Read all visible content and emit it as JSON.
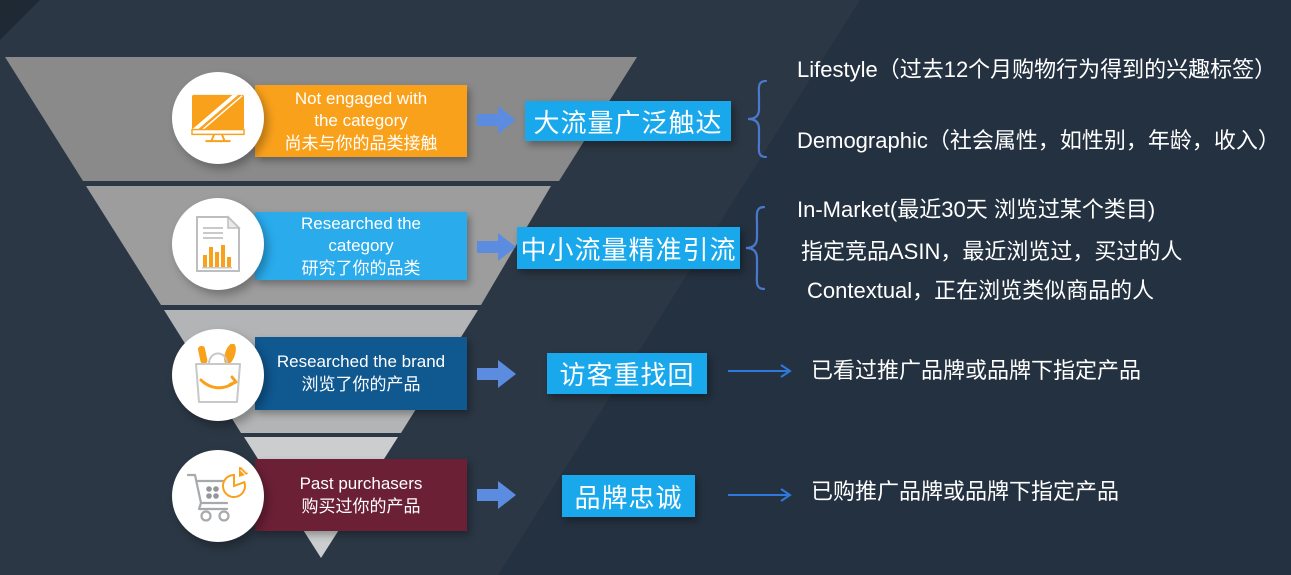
{
  "slide": {
    "stages": [
      {
        "icon": "monitor-icon",
        "en_line1": "Not engaged with",
        "en_line2": "the category",
        "zh_line": "尚未与你的品类接触",
        "tactic": "大流量广泛触达",
        "box_color": "#F9A11B"
      },
      {
        "icon": "document-chart-icon",
        "en_line1": "Researched the",
        "en_line2": "category",
        "zh_line": "研究了你的品类",
        "tactic": "中小流量精准引流",
        "box_color": "#29ABEC"
      },
      {
        "icon": "shopping-bag-icon",
        "en_line1": "Researched the brand",
        "zh_line": "浏览了你的产品",
        "tactic": "访客重找回",
        "box_color": "#0F5890"
      },
      {
        "icon": "cart-pie-icon",
        "en_line1": "Past purchasers",
        "zh_line": "购买过你的产品",
        "tactic": "品牌忠诚",
        "box_color": "#6C2035"
      }
    ],
    "annotations": {
      "group1": [
        "Lifestyle（过去12个月购物行为得到的兴趣标签）",
        "Demographic（社会属性，如性别，年龄，收入）"
      ],
      "group2": [
        "In-Market(最近30天 浏览过某个类目)",
        "指定竞品ASIN，最近浏览过，买过的人",
        "Contextual，正在浏览类似商品的人"
      ],
      "group3": "已看过推广品牌或品牌下指定产品",
      "group4": "已购推广品牌或品牌下指定产品"
    },
    "colors": {
      "background": "#2B3744",
      "background_dark": "#243140",
      "funnel_bands": [
        "#8A8A8A",
        "#9D9D9E",
        "#B3B4B5",
        "#CBCDCE"
      ],
      "stage_boxes": [
        "#F9A11B",
        "#29ABEC",
        "#0F5890",
        "#6C2035"
      ],
      "tactic_box": "#19A8EC",
      "block_arrow": "#5C8CE0",
      "thin_arrow": "#2F79DD",
      "brace": "#4B79CE",
      "text": "#FFFFFF"
    }
  }
}
